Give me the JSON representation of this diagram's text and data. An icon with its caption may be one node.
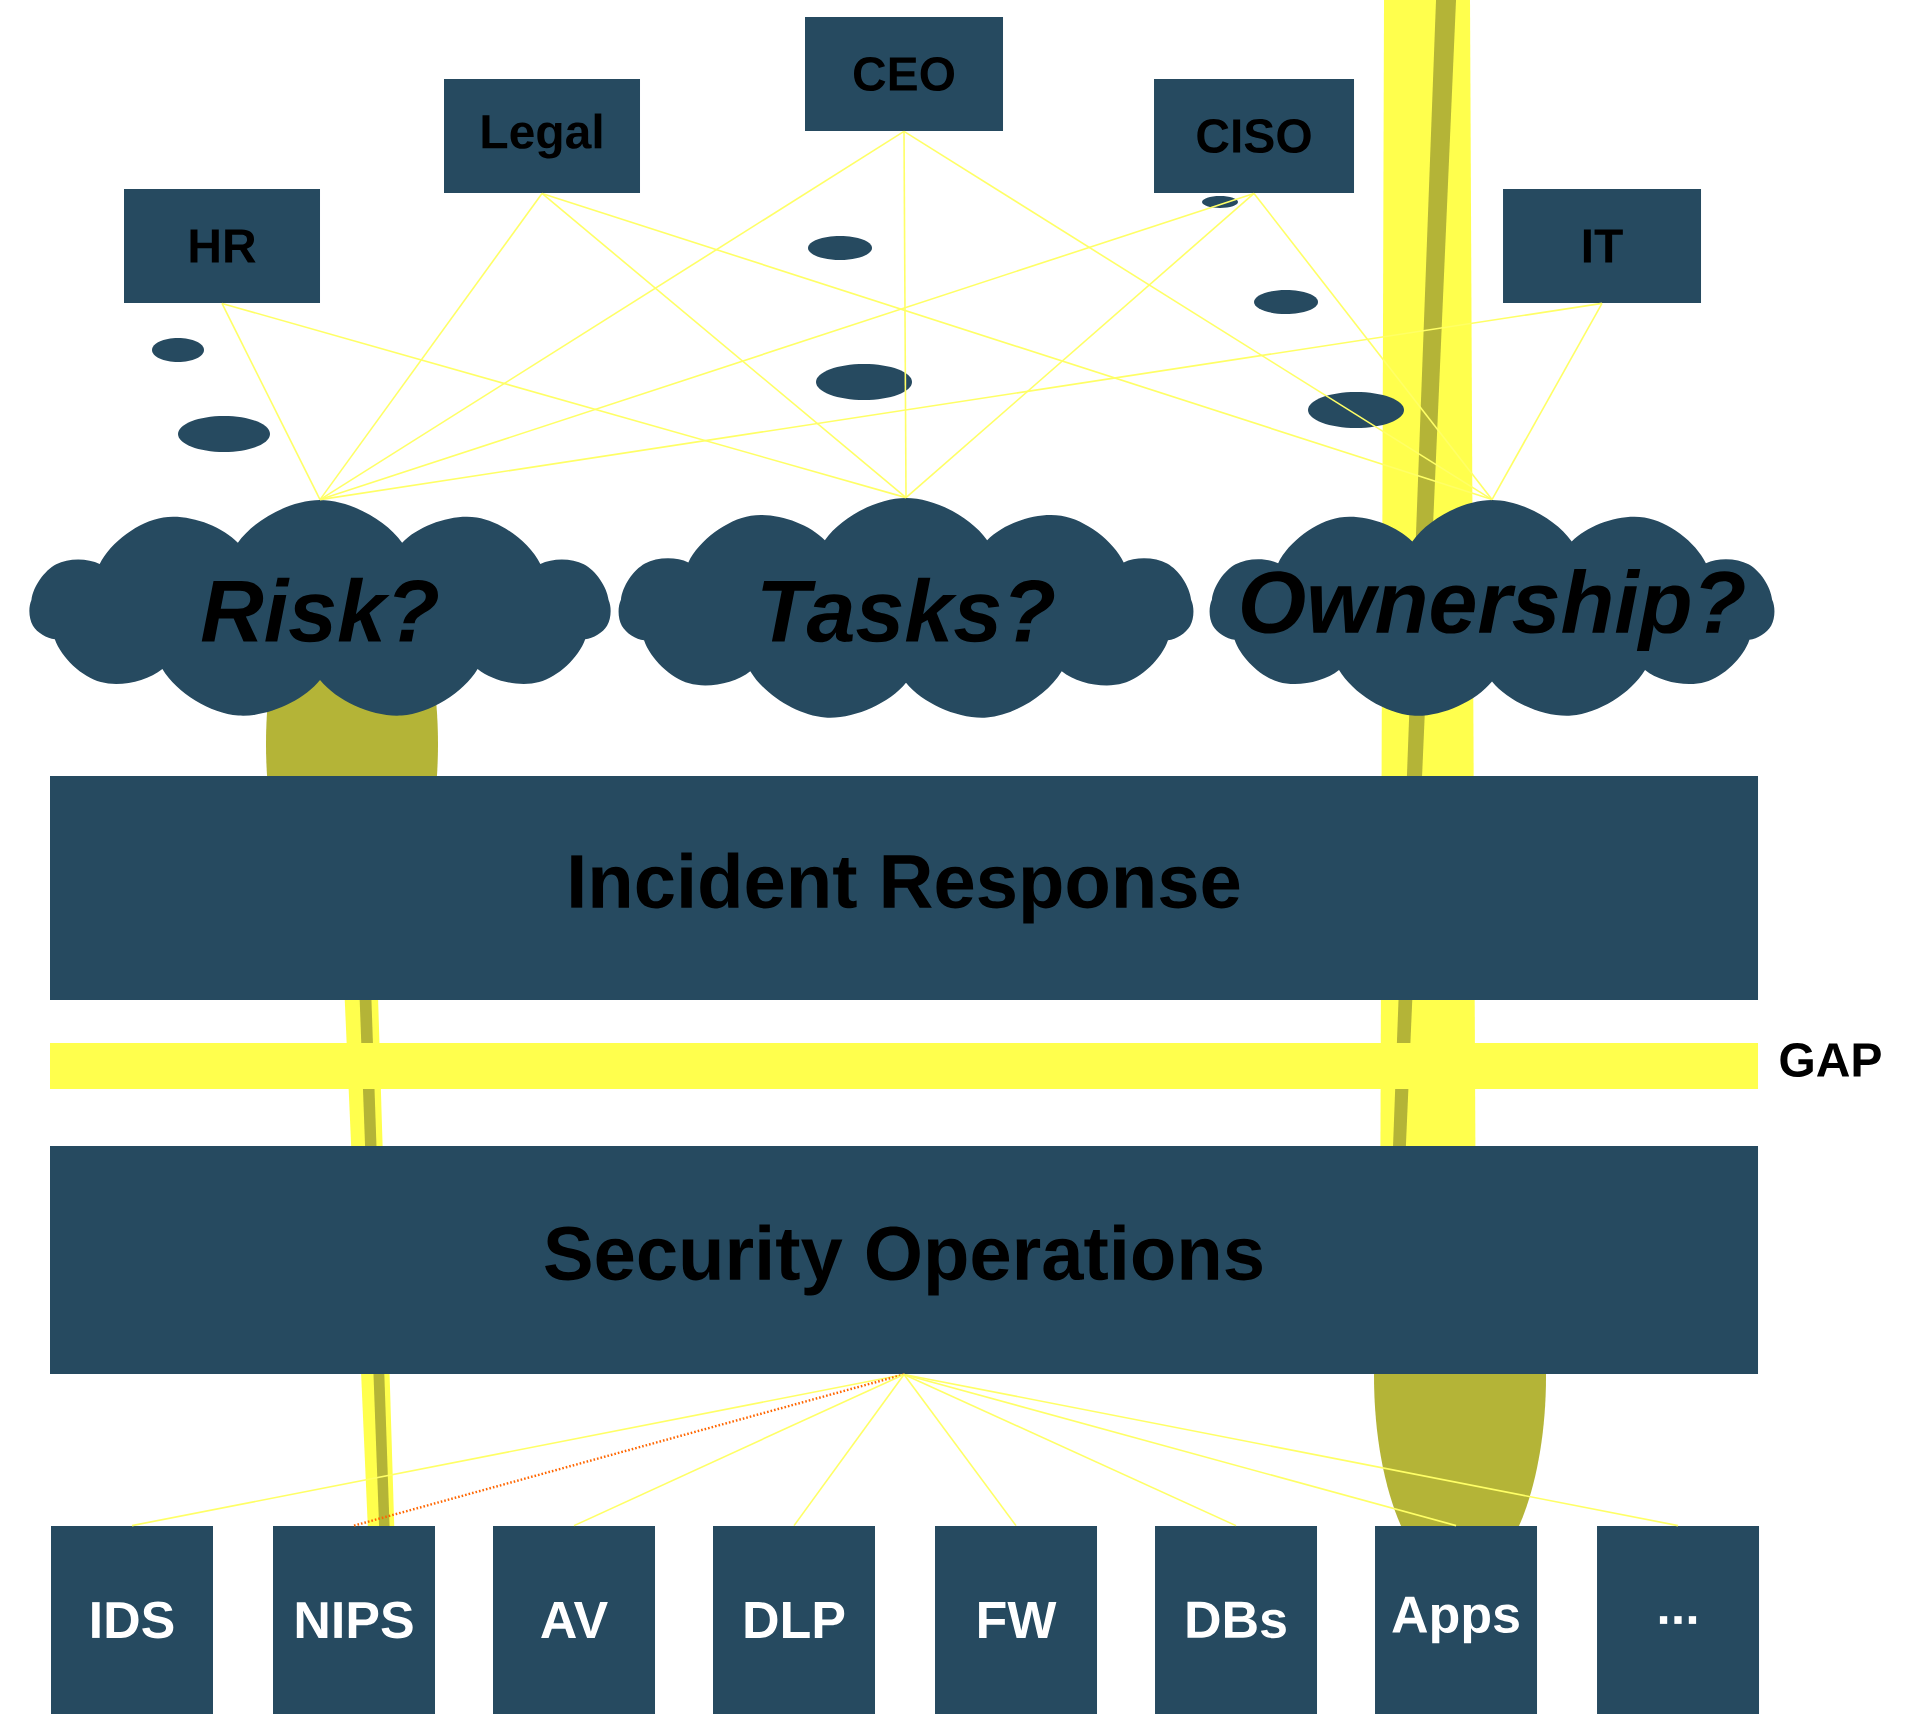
{
  "diagram": {
    "nodes": [
      {
        "text": [
          "HR"
        ]
      },
      {
        "text": [
          "Legal"
        ]
      },
      {
        "text": [
          "CEO"
        ]
      },
      {
        "text": [
          "CISO"
        ]
      },
      {
        "text": [
          "IT"
        ]
      },
      {
        "text": [
          "Risk?"
        ]
      },
      {
        "text": [
          "Tasks?"
        ]
      },
      {
        "text": [
          "Ownership?"
        ]
      },
      {
        "text": [
          "Incident Response"
        ]
      },
      {
        "text": [],
        "shape": "bar",
        "beside": [
          "GAP"
        ]
      },
      {
        "text": [
          "Security Operations"
        ]
      },
      {
        "text": [
          "IDS"
        ]
      },
      {
        "text": [
          "NIPS"
        ]
      },
      {
        "text": [
          "AV"
        ]
      },
      {
        "text": [
          "DLP"
        ]
      },
      {
        "text": [
          "FW"
        ]
      },
      {
        "text": [
          "DBs"
        ]
      },
      {
        "text": [
          "Apps"
        ]
      },
      {
        "text": [
          "..."
        ]
      }
    ],
    "edges": [
      {
        "from": 0,
        "to": 5,
        "arrow": "none"
      },
      {
        "from": 0,
        "to": 6,
        "arrow": "none"
      },
      {
        "from": 1,
        "to": 5,
        "arrow": "none"
      },
      {
        "from": 1,
        "to": 6,
        "arrow": "none"
      },
      {
        "from": 1,
        "to": 7,
        "arrow": "none"
      },
      {
        "from": 2,
        "to": 5,
        "arrow": "none"
      },
      {
        "from": 2,
        "to": 6,
        "arrow": "none"
      },
      {
        "from": 2,
        "to": 7,
        "arrow": "none"
      },
      {
        "from": 3,
        "to": 5,
        "arrow": "none"
      },
      {
        "from": 3,
        "to": 6,
        "arrow": "none"
      },
      {
        "from": 3,
        "to": 7,
        "arrow": "none"
      },
      {
        "from": 4,
        "to": 5,
        "arrow": "none"
      },
      {
        "from": 4,
        "to": 7,
        "arrow": "none"
      },
      {
        "from": 10,
        "to": 11,
        "arrow": "none"
      },
      {
        "from": 10,
        "to": 12,
        "arrow": "none",
        "style": "dashed",
        "color": "#ff6600"
      },
      {
        "from": 10,
        "to": 13,
        "arrow": "none"
      },
      {
        "from": 10,
        "to": 14,
        "arrow": "none"
      },
      {
        "from": 10,
        "to": 15,
        "arrow": "none"
      },
      {
        "from": 10,
        "to": 16,
        "arrow": "none"
      },
      {
        "from": 10,
        "to": 17,
        "arrow": "none"
      },
      {
        "from": 10,
        "to": 18,
        "arrow": "none"
      }
    ]
  }
}
